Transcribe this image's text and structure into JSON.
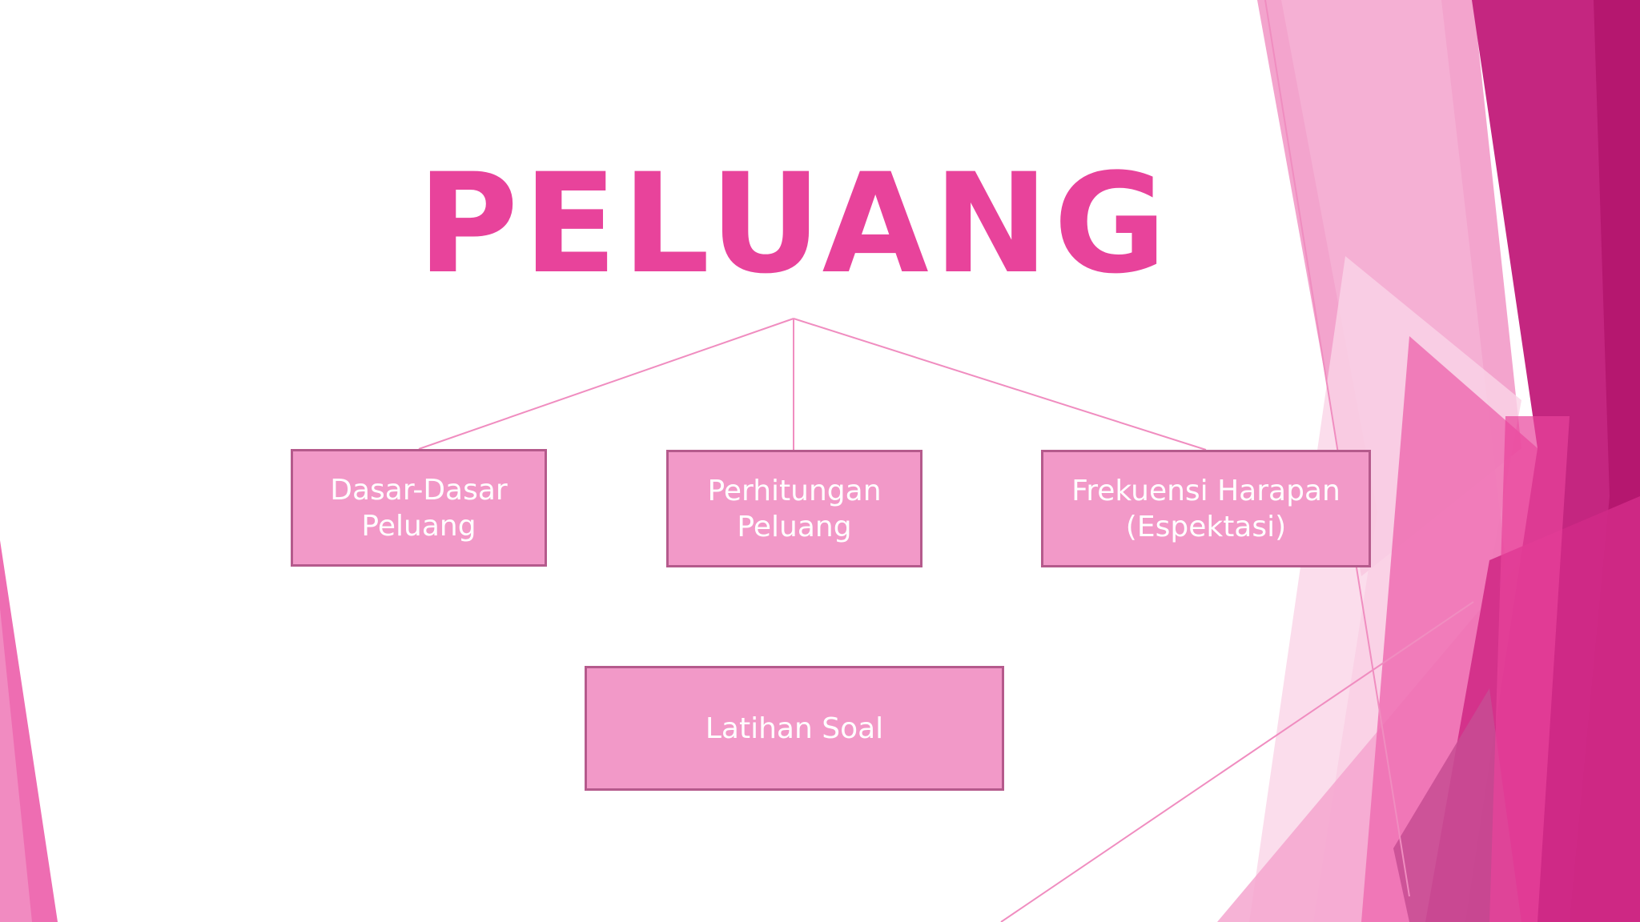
{
  "slide": {
    "title": "PELUANG",
    "topics": [
      {
        "label": "Dasar-Dasar\nPeluang"
      },
      {
        "label": "Perhitungan\nPeluang"
      },
      {
        "label": "Frekuensi Harapan\n(Espektasi)"
      }
    ],
    "practice": {
      "label": "Latihan Soal"
    }
  },
  "colors": {
    "title": "#e8439b",
    "box_fill": "#f299c8",
    "box_border": "#b55a8c",
    "connector": "#f08dc0",
    "accent_dark": "#b5176f",
    "accent_mid": "#e8439b",
    "accent_light": "#f3a0cb"
  }
}
